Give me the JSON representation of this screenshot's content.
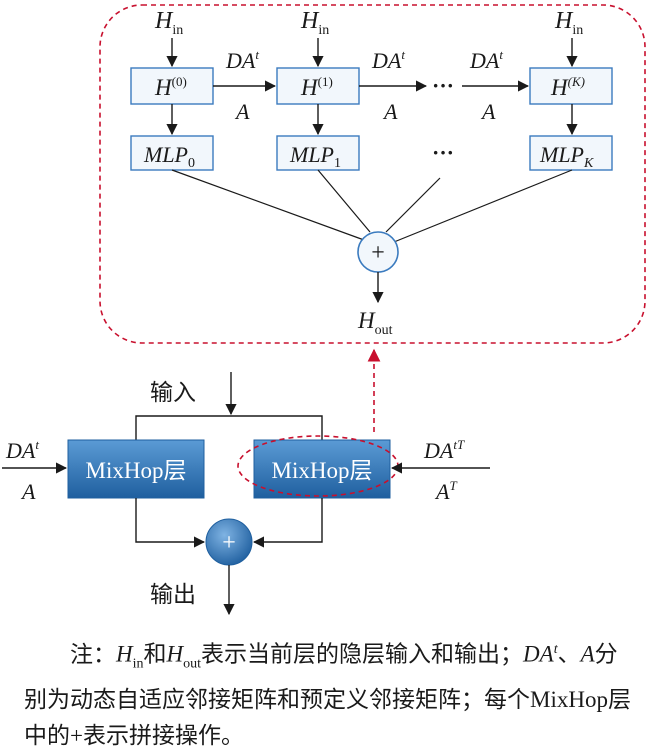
{
  "top": {
    "h_in": "H",
    "h_in_sub": "in",
    "h_out": "H",
    "h_out_sub": "out",
    "hop_prefix": "H",
    "hop_sups": [
      "(0)",
      "(1)",
      "(K)"
    ],
    "mlp_prefix": "MLP",
    "mlp_subs": [
      "0",
      "1",
      "K"
    ],
    "ellipsis": "···",
    "edge_upper": "DA",
    "edge_upper_sup": "t",
    "edge_lower": "A",
    "sum_symbol": "+"
  },
  "bottom": {
    "input_label": "输入",
    "output_label": "输出",
    "layer_label": "MixHop层",
    "left_upper": "DA",
    "left_upper_sup": "t",
    "left_lower": "A",
    "right_upper": "DA",
    "right_upper_sup": "tT",
    "right_lower": "A",
    "right_lower_sup": "T",
    "sum_symbol": "+"
  },
  "note": {
    "prefix": "注：",
    "h": "H",
    "in_sub": "in",
    "and": "和",
    "out_sub": "out",
    "text1": "表示当前层的隐层输入和输出；",
    "da": "DA",
    "da_sup": "t",
    "sep": "、",
    "a": "A",
    "text2": "分别为动态自适应邻接矩阵和预定义邻接矩阵；每个MixHop层中的+表示拼接操作。"
  },
  "colors": {
    "dashed_border": "#c8102e",
    "box_stroke": "#3b7bbf",
    "box_fill": "#f2f7fc",
    "layer_top": "#5b9bd5",
    "layer_bottom": "#1f5f9f",
    "sum_top_fill": "#f2f7fc"
  }
}
